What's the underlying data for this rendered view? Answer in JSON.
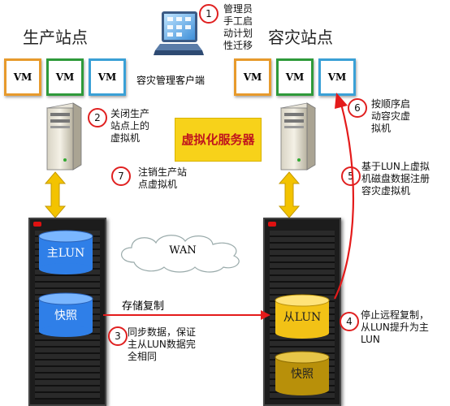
{
  "sites": {
    "production": "生产站点",
    "dr": "容灾站点"
  },
  "client_label": "容灾管理客户端",
  "vm_label": "VM",
  "virt_server": "虚拟化服务器",
  "wan": "WAN",
  "storage_replication": "存储复制",
  "lun": {
    "primary": "主LUN",
    "secondary": "从LUN",
    "snapshot": "快照"
  },
  "steps": [
    {
      "num": "1",
      "text": [
        "管理员",
        "手工启",
        "动计划",
        "性迁移"
      ]
    },
    {
      "num": "2",
      "text": [
        "关闭生产",
        "站点上的",
        "虚拟机"
      ]
    },
    {
      "num": "3",
      "text": [
        "同步数据，保证",
        "主从LUN数据完",
        "全相同"
      ]
    },
    {
      "num": "4",
      "text": [
        "停止远程复制，",
        "从LUN提升为主",
        "LUN"
      ]
    },
    {
      "num": "5",
      "text": [
        "基于LUN上虚拟",
        "机磁盘数据注册",
        "容灾虚拟机"
      ]
    },
    {
      "num": "6",
      "text": [
        "按顺序启",
        "动容灾虚",
        "拟机"
      ]
    },
    {
      "num": "7",
      "text": [
        "注销生产站",
        "点虚拟机"
      ]
    }
  ],
  "colors": {
    "arrow_red": "#e41b1b",
    "gold": "#f3c300",
    "lun_blue": "#2f7fe8",
    "snapshot_yellow": "#f2c216"
  }
}
